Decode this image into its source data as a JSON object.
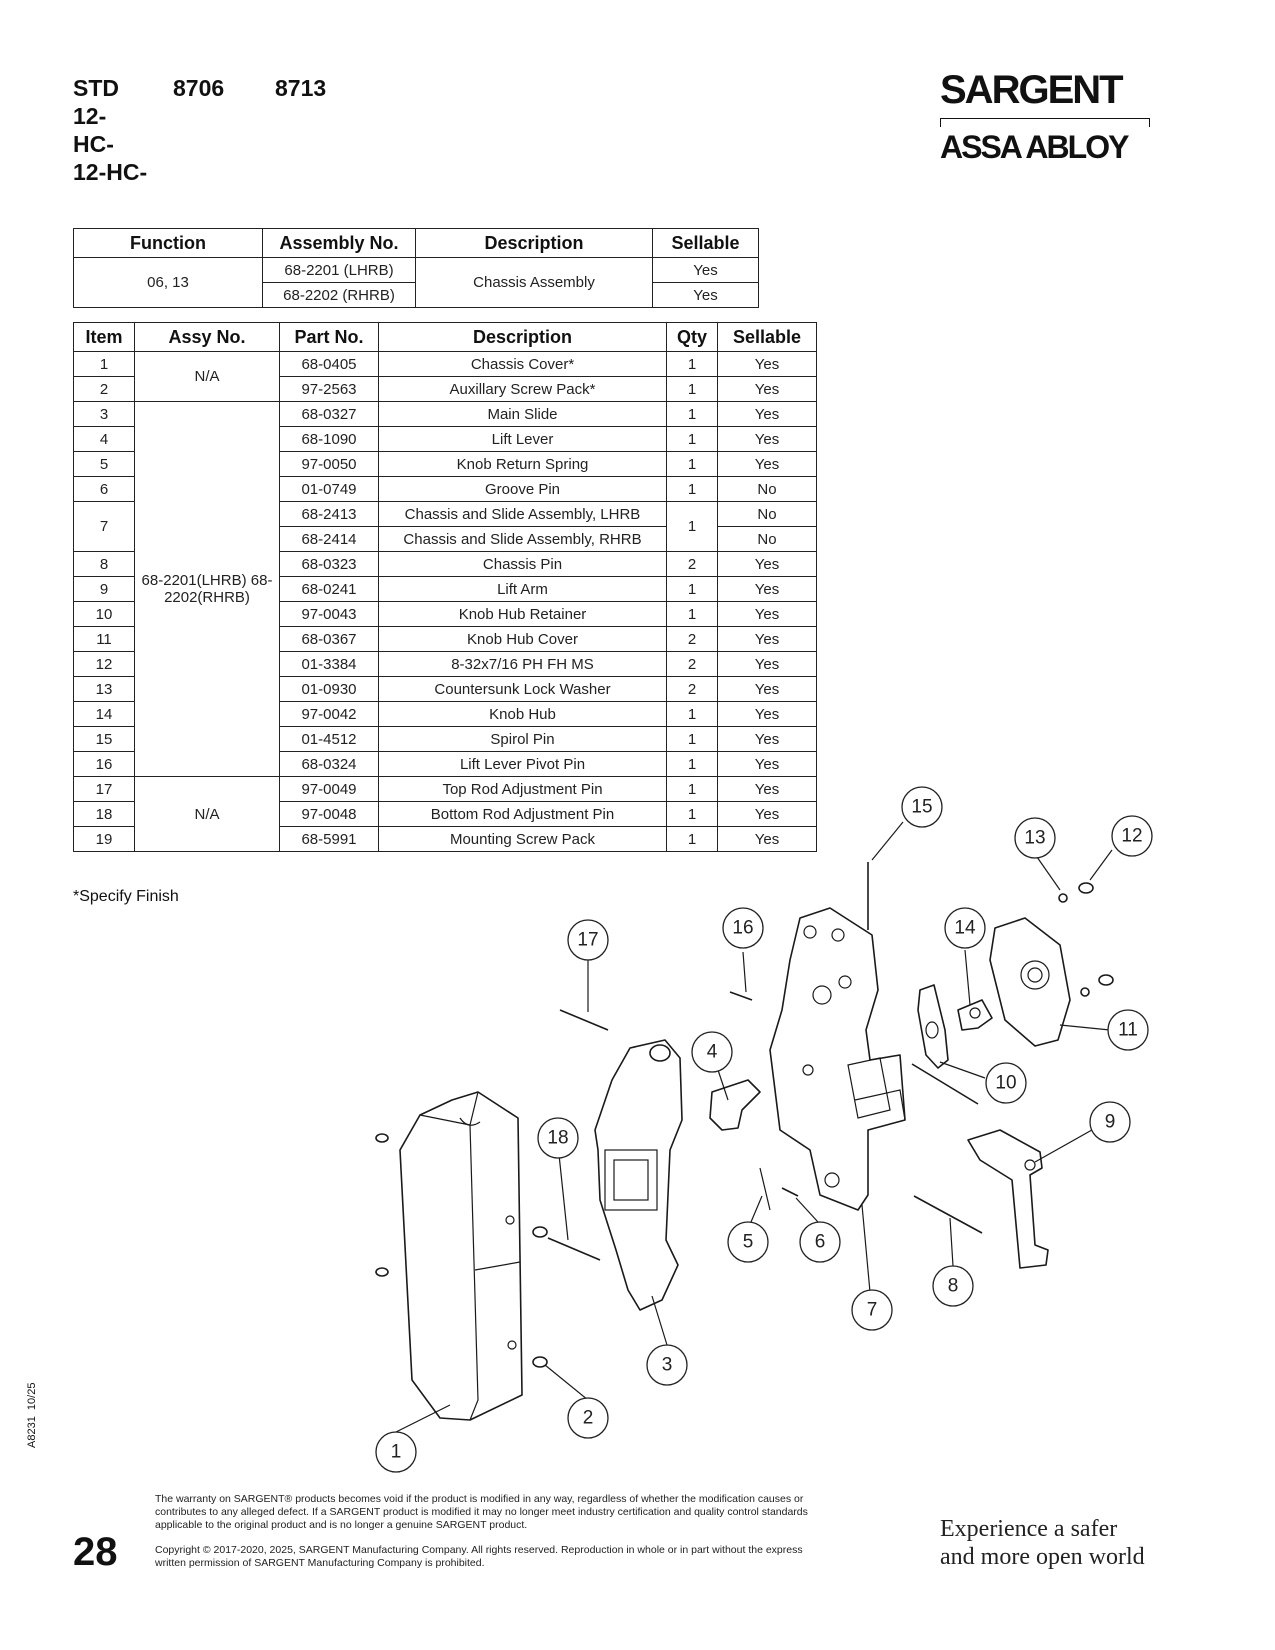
{
  "header": {
    "col1": [
      "STD",
      "12-",
      "HC-",
      "12-HC-"
    ],
    "col2": "8706",
    "col3": "8713"
  },
  "brand": {
    "name": "SARGENT",
    "parent": "ASSA ABLOY"
  },
  "assembly_table": {
    "headers": [
      "Function",
      "Assembly No.",
      "Description",
      "Sellable"
    ],
    "function": "06, 13",
    "assembly_nos": [
      "68-2201 (LHRB)",
      "68-2202 (RHRB)"
    ],
    "description": "Chassis Assembly",
    "sellable": [
      "Yes",
      "Yes"
    ]
  },
  "parts_table": {
    "headers": [
      "Item",
      "Assy No.",
      "Part No.",
      "Description",
      "Qty",
      "Sellable"
    ],
    "assy_groups": [
      "N/A",
      "68-2201(LHRB) 68-2202(RHRB)",
      "N/A"
    ],
    "rows": [
      {
        "item": "1",
        "part": "68-0405",
        "desc": "Chassis Cover*",
        "qty": "1",
        "sellable": "Yes"
      },
      {
        "item": "2",
        "part": "97-2563",
        "desc": "Auxillary Screw Pack*",
        "qty": "1",
        "sellable": "Yes"
      },
      {
        "item": "3",
        "part": "68-0327",
        "desc": "Main Slide",
        "qty": "1",
        "sellable": "Yes"
      },
      {
        "item": "4",
        "part": "68-1090",
        "desc": "Lift Lever",
        "qty": "1",
        "sellable": "Yes"
      },
      {
        "item": "5",
        "part": "97-0050",
        "desc": "Knob Return Spring",
        "qty": "1",
        "sellable": "Yes"
      },
      {
        "item": "6",
        "part": "01-0749",
        "desc": "Groove Pin",
        "qty": "1",
        "sellable": "No"
      },
      {
        "item": "7",
        "part": "68-2413",
        "desc": "Chassis and Slide Assembly, LHRB",
        "qty": "1",
        "sellable": "No"
      },
      {
        "item": "",
        "part": "68-2414",
        "desc": "Chassis and Slide Assembly, RHRB",
        "qty": "",
        "sellable": "No"
      },
      {
        "item": "8",
        "part": "68-0323",
        "desc": "Chassis Pin",
        "qty": "2",
        "sellable": "Yes"
      },
      {
        "item": "9",
        "part": "68-0241",
        "desc": "Lift Arm",
        "qty": "1",
        "sellable": "Yes"
      },
      {
        "item": "10",
        "part": "97-0043",
        "desc": "Knob Hub Retainer",
        "qty": "1",
        "sellable": "Yes"
      },
      {
        "item": "11",
        "part": "68-0367",
        "desc": "Knob Hub Cover",
        "qty": "2",
        "sellable": "Yes"
      },
      {
        "item": "12",
        "part": "01-3384",
        "desc": "8-32x7/16 PH FH MS",
        "qty": "2",
        "sellable": "Yes"
      },
      {
        "item": "13",
        "part": "01-0930",
        "desc": "Countersunk Lock Washer",
        "qty": "2",
        "sellable": "Yes"
      },
      {
        "item": "14",
        "part": "97-0042",
        "desc": "Knob Hub",
        "qty": "1",
        "sellable": "Yes"
      },
      {
        "item": "15",
        "part": "01-4512",
        "desc": "Spirol Pin",
        "qty": "1",
        "sellable": "Yes"
      },
      {
        "item": "16",
        "part": "68-0324",
        "desc": "Lift Lever Pivot Pin",
        "qty": "1",
        "sellable": "Yes"
      },
      {
        "item": "17",
        "part": "97-0049",
        "desc": "Top Rod Adjustment Pin",
        "qty": "1",
        "sellable": "Yes"
      },
      {
        "item": "18",
        "part": "97-0048",
        "desc": "Bottom Rod Adjustment Pin",
        "qty": "1",
        "sellable": "Yes"
      },
      {
        "item": "19",
        "part": "68-5991",
        "desc": "Mounting Screw Pack",
        "qty": "1",
        "sellable": "Yes"
      }
    ]
  },
  "note": "*Specify Finish",
  "callouts": [
    "1",
    "2",
    "3",
    "4",
    "5",
    "6",
    "7",
    "8",
    "9",
    "10",
    "11",
    "12",
    "13",
    "14",
    "15",
    "16",
    "17",
    "18"
  ],
  "side_code": "A8231  10/25",
  "page_number": "28",
  "warranty_text": "The warranty on SARGENT® products becomes void if the product is modified in any way, regardless of whether the modification causes or contributes to any alleged defect. If a SARGENT product is modified it may no longer meet industry certification and quality control standards applicable to the original product and is no longer a genuine SARGENT product.",
  "copyright_text": "Copyright © 2017-2020, 2025, SARGENT Manufacturing Company. All rights reserved. Reproduction in whole or in part without the express written permission of SARGENT Manufacturing Company is prohibited.",
  "tagline": [
    "Experience a safer",
    "and more open world"
  ]
}
